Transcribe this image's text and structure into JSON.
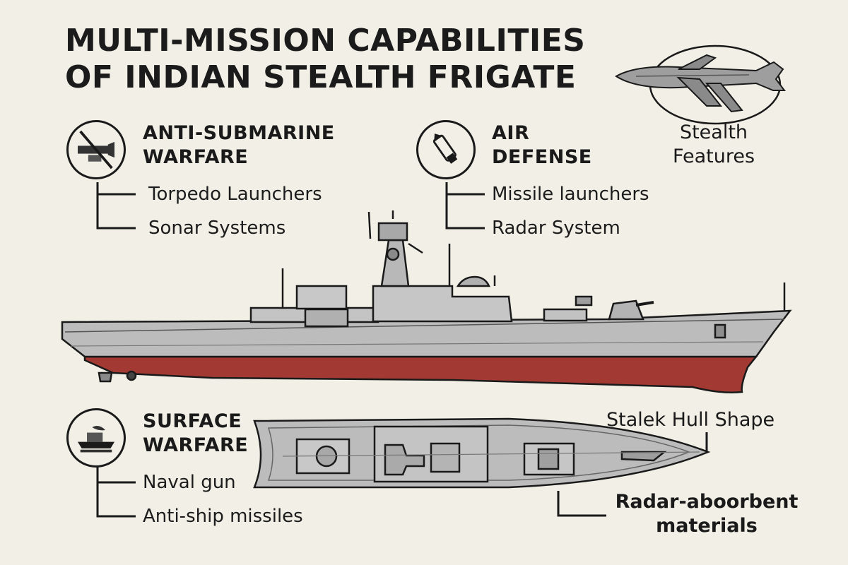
{
  "title": {
    "line1": "MULTI-MISSION CAPABILITIES",
    "line2": "OF INDIAN STEALTH FRIGATE"
  },
  "anti_submarine": {
    "heading_line1": "ANTI-SUBMARINE",
    "heading_line2": "WARFARE",
    "items": [
      "Torpedo Launchers",
      "Sonar Systems"
    ],
    "icon": "torpedo-prohibited-icon"
  },
  "air_defense": {
    "heading_line1": "AIR",
    "heading_line2": "DEFENSE",
    "items": [
      "Missile launchers",
      "Radar System"
    ],
    "icon": "missile-icon"
  },
  "stealth": {
    "label_line1": "Stealth",
    "label_line2": "Features",
    "icon": "stealth-missile-icon"
  },
  "surface_warfare": {
    "heading_line1": "SURFACE",
    "heading_line2": "WARFARE",
    "items": [
      "Naval gun",
      "Anti-ship missiles"
    ],
    "icon": "surface-ship-icon"
  },
  "hull": {
    "label": "Stalek Hull Shape"
  },
  "radar_materials": {
    "label_line1": "Radar-aboorbent",
    "label_line2": "materials"
  },
  "colors": {
    "background": "#f1efe6",
    "hull_gray": "#bcbcbc",
    "hull_red": "#a23a33",
    "outline": "#1a1a1a"
  }
}
